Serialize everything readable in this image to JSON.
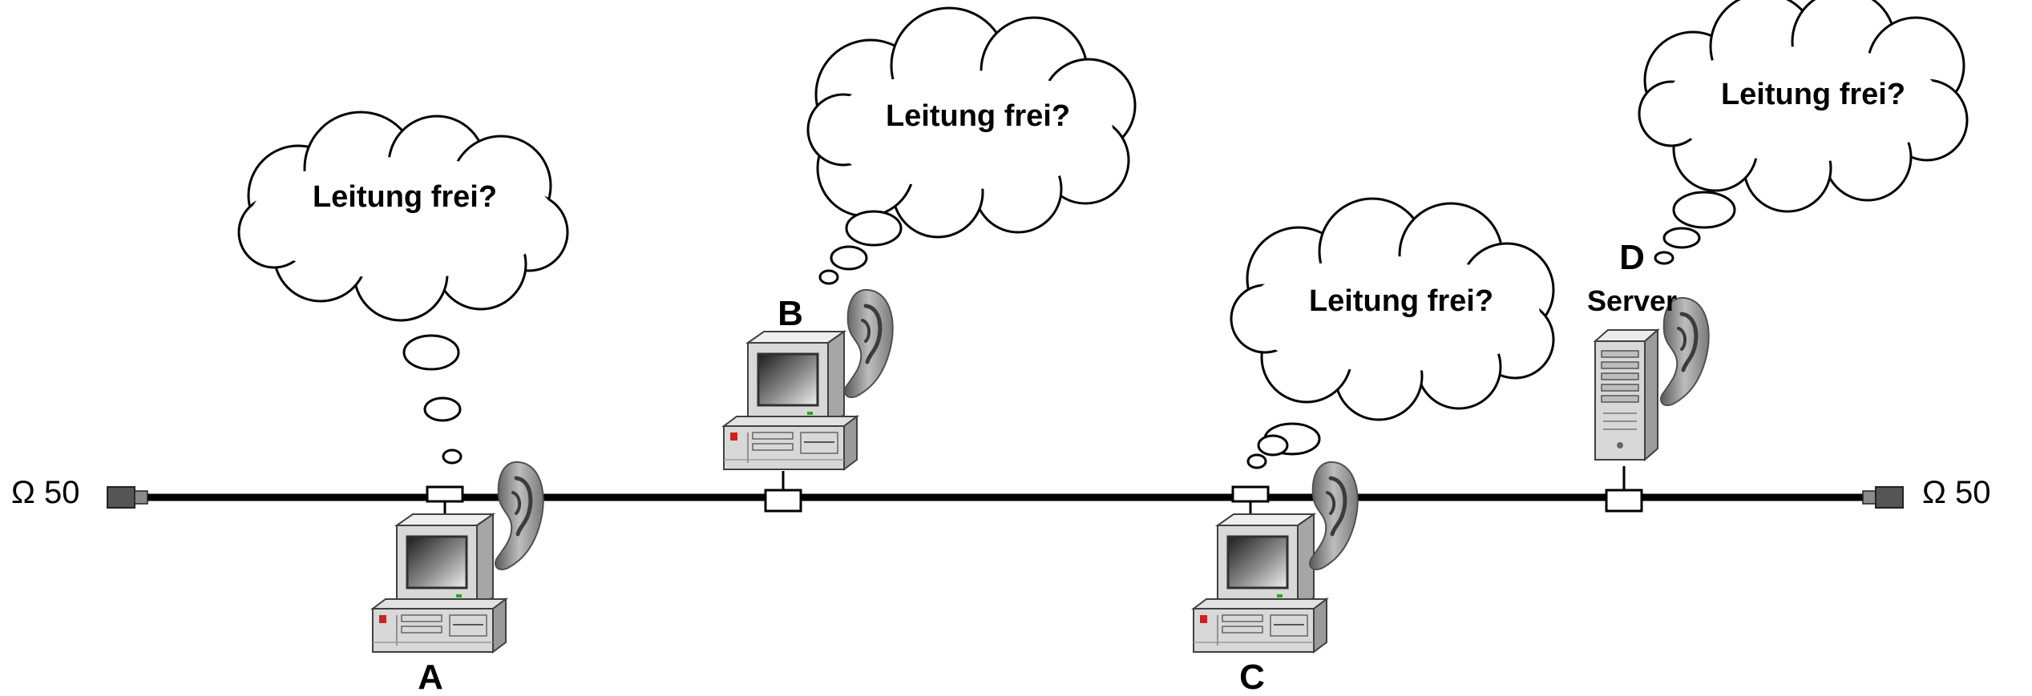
{
  "bus": {
    "terminator_left_label": "Ω 50",
    "terminator_right_label": "Ω 50"
  },
  "nodes": [
    {
      "id": "A",
      "label": "A",
      "type": "workstation",
      "sublabel": ""
    },
    {
      "id": "B",
      "label": "B",
      "type": "workstation",
      "sublabel": ""
    },
    {
      "id": "C",
      "label": "C",
      "type": "workstation",
      "sublabel": ""
    },
    {
      "id": "D",
      "label": "D",
      "type": "server",
      "sublabel": "Server"
    }
  ],
  "thoughts": [
    {
      "node": "A",
      "text": "Leitung frei?"
    },
    {
      "node": "B",
      "text": "Leitung frei?"
    },
    {
      "node": "C",
      "text": "Leitung frei?"
    },
    {
      "node": "D",
      "text": "Leitung frei?"
    }
  ],
  "colors": {
    "cable": "#000000",
    "terminator": "#555555",
    "computer_body": "#d8d8d8",
    "computer_edge": "#404040",
    "screen_dark": "#222222",
    "screen_light": "#e8e8e8",
    "ear": "#8c8c8c",
    "power_led": "#cc2222",
    "status_led": "#22aa22"
  },
  "icons": {
    "computer": "desktop-computer-icon",
    "server": "tower-server-icon",
    "ear": "ear-icon",
    "terminator": "bnc-terminator-icon",
    "cloud": "thought-cloud-icon"
  }
}
